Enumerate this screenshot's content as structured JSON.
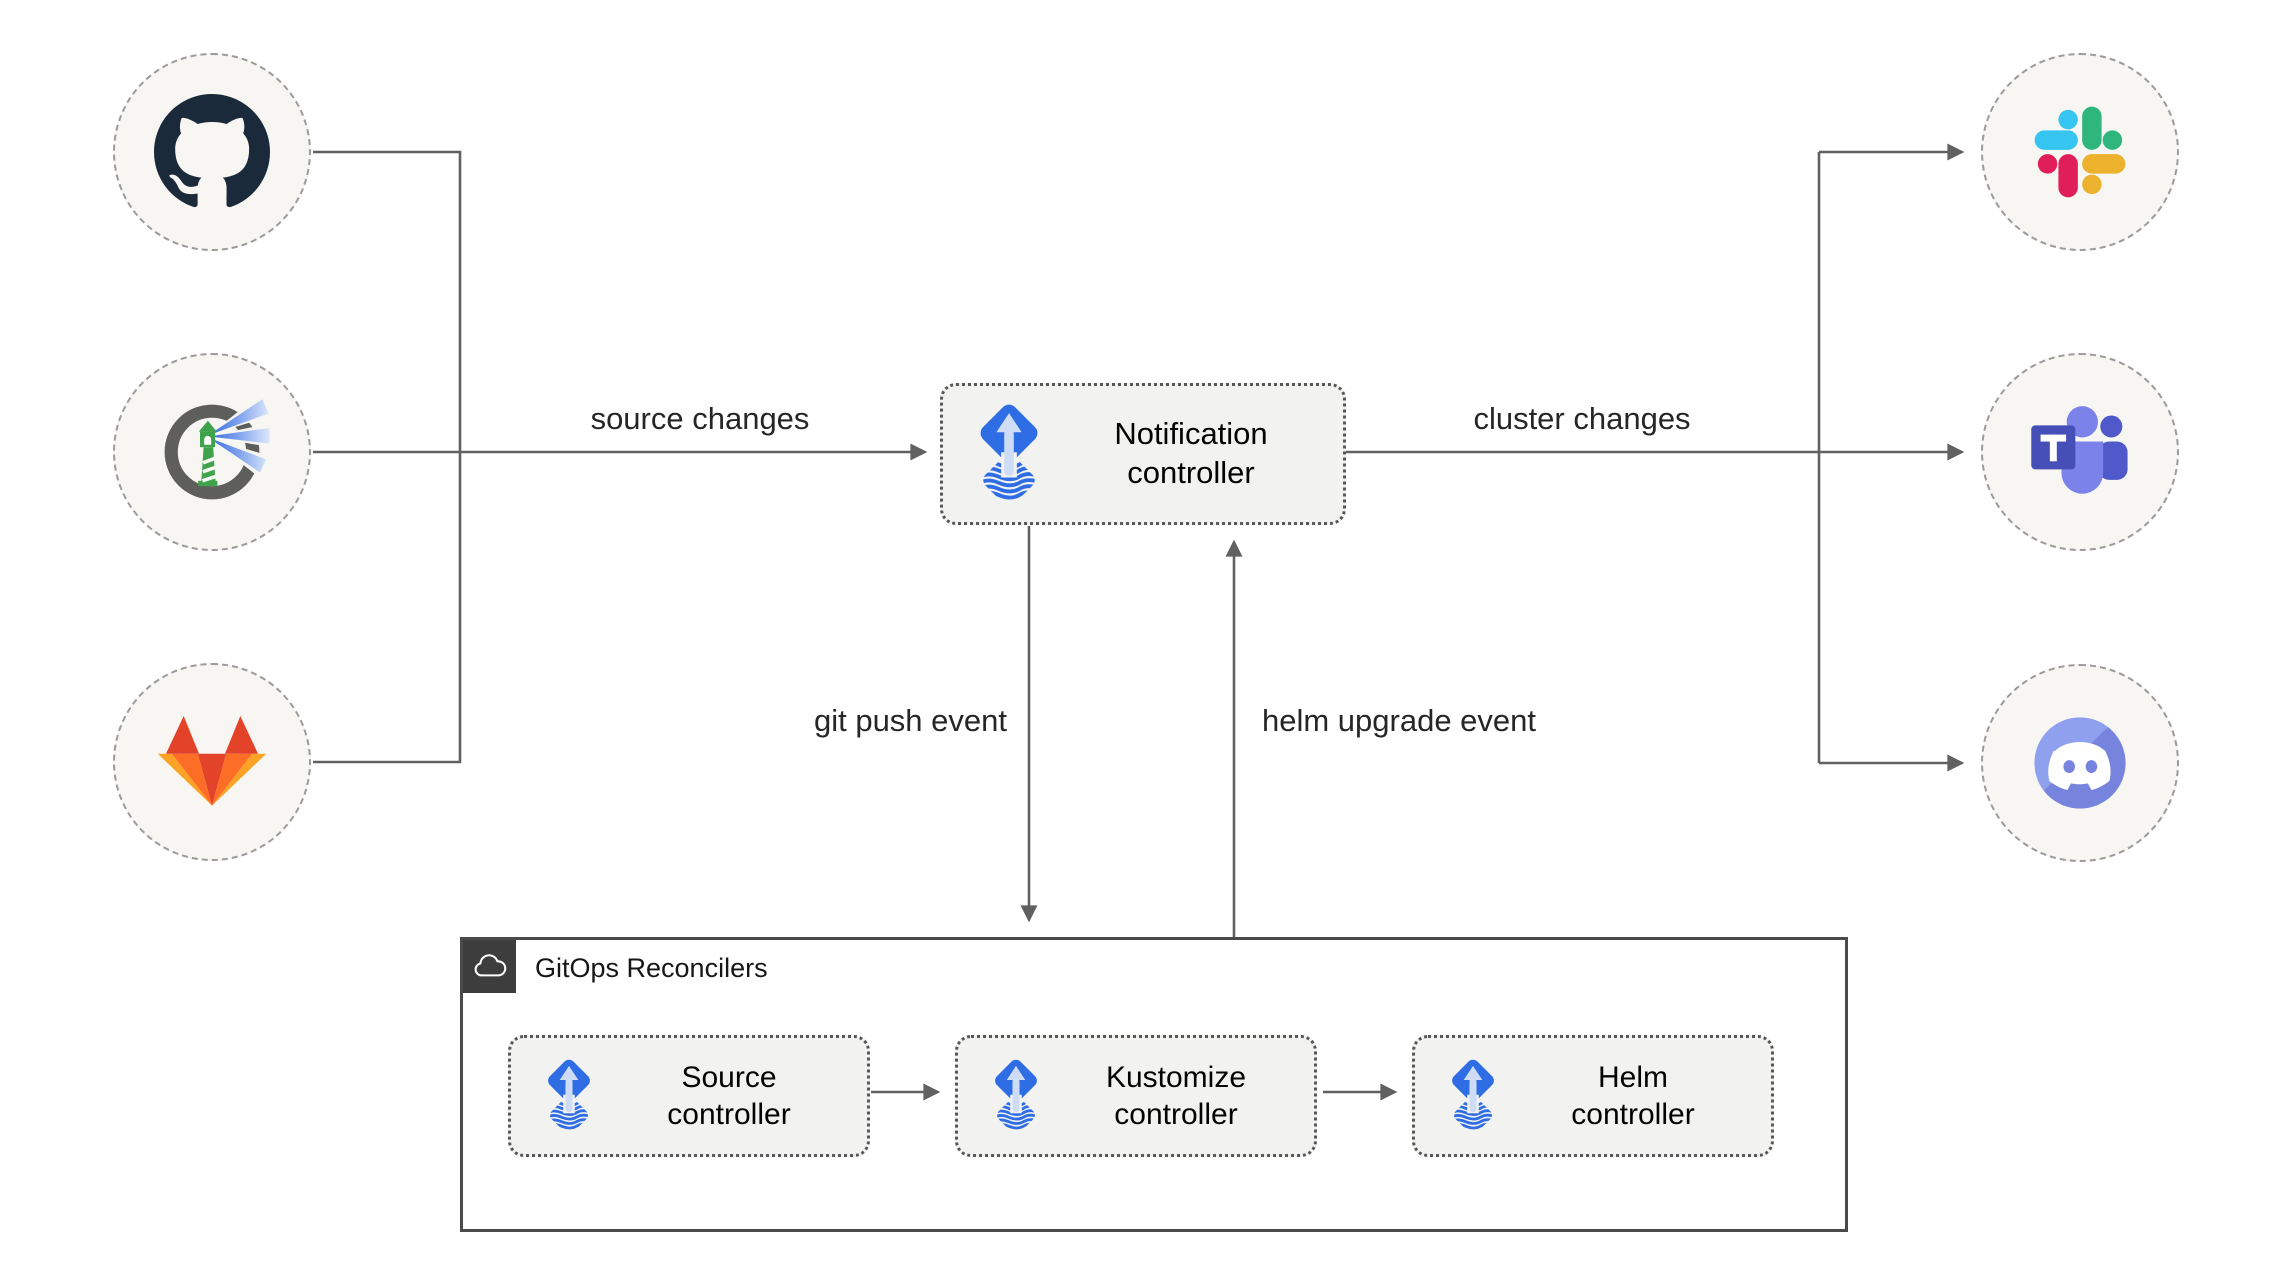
{
  "diagram": {
    "type": "flux-notification-architecture",
    "center_node": {
      "label": "Notification\ncontroller",
      "icon": "flux-icon"
    },
    "sources": [
      {
        "icon": "github-icon"
      },
      {
        "icon": "harbor-icon"
      },
      {
        "icon": "gitlab-icon"
      }
    ],
    "providers": [
      {
        "icon": "slack-icon"
      },
      {
        "icon": "ms-teams-icon",
        "letter": "T"
      },
      {
        "icon": "discord-icon"
      }
    ],
    "edges": {
      "source_changes": "source changes",
      "cluster_changes": "cluster changes",
      "git_push": "git push event",
      "helm_upgrade": "helm upgrade event"
    },
    "group": {
      "label": "GitOps Reconcilers",
      "icon": "cloud-icon",
      "children": [
        {
          "label": "Source\ncontroller",
          "icon": "flux-icon"
        },
        {
          "label": "Kustomize\ncontroller",
          "icon": "flux-icon"
        },
        {
          "label": "Helm\ncontroller",
          "icon": "flux-icon"
        }
      ]
    },
    "colors": {
      "line": "#616161",
      "flux_blue": "#2f6de4",
      "flux_arrow": "#cfdcf5",
      "box_bg": "#f2f2f1",
      "circle_bg": "#f7f6f3",
      "group_border": "#4a4a4a",
      "corner_square": "#3d3d3d",
      "github": "#1b2a3a",
      "harbor_green": "#3fa34d",
      "gitlab": [
        "#e24329",
        "#fc6d26",
        "#fca326"
      ],
      "slack": [
        "#36c5f0",
        "#2eb67d",
        "#e01e5a",
        "#ecb22e"
      ],
      "ms_teams": [
        "#7b83eb",
        "#5059c9",
        "#464eb8"
      ],
      "discord": "#7d8fe6"
    }
  }
}
